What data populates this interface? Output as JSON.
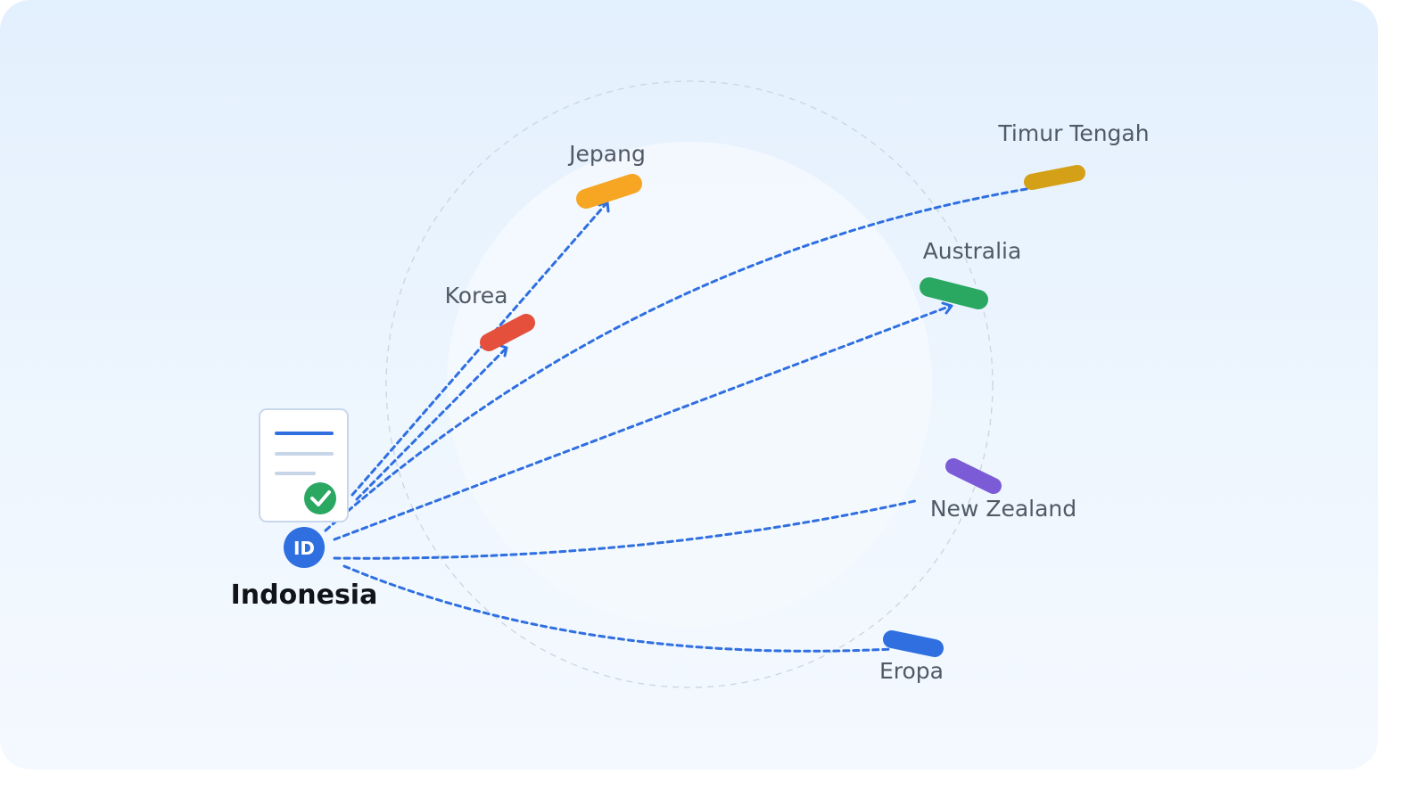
{
  "origin": {
    "label": "Indonesia",
    "badge": "ID",
    "badge_color": "#2f6fe0",
    "check_color": "#2aa862",
    "document_icon": "document-check-icon"
  },
  "destinations": [
    {
      "id": "jepang",
      "label": "Jepang",
      "color": "#f6a623"
    },
    {
      "id": "korea",
      "label": "Korea",
      "color": "#e4503c"
    },
    {
      "id": "timur-tengah",
      "label": "Timur Tengah",
      "color": "#d4a017"
    },
    {
      "id": "australia",
      "label": "Australia",
      "color": "#2aa862"
    },
    {
      "id": "new-zealand",
      "label": "New Zealand",
      "color": "#7b5bd6"
    },
    {
      "id": "eropa",
      "label": "Eropa",
      "color": "#2f6fe0"
    }
  ],
  "route_color": "#2f6fe0"
}
